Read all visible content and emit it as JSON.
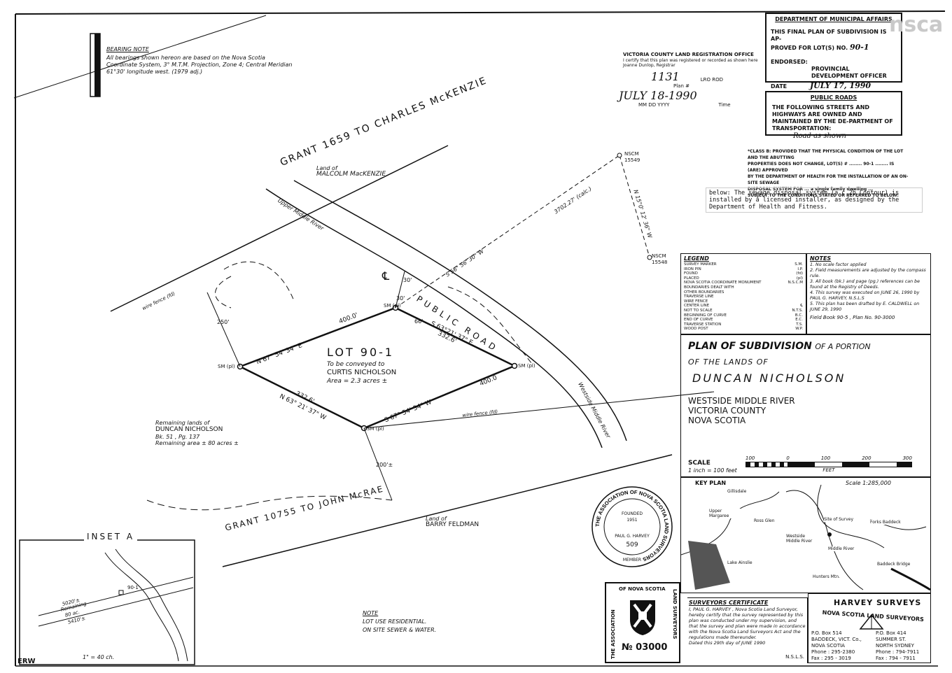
{
  "bearing_note": {
    "heading": "BEARING NOTE",
    "text": "All bearings shown hereon are based on the Nova Scotia Coordinate System, 3° M.T.M. Projection, Zone 4; Central Meridian 61°30' longitude west. (1979 adj.)"
  },
  "registry_stamp": {
    "office": "VICTORIA COUNTY LAND REGISTRATION OFFICE",
    "certify": "I certify that this plan was registered or recorded as shown here",
    "registrar": "Joanne Dunlop, Registrar",
    "plan_no": "1131",
    "plan_no_label": "Plan #",
    "lro_label": "LRO ROD",
    "date": "JULY 18-1990",
    "date_label": "MM DD YYYY",
    "time_label": "Time"
  },
  "municipal": {
    "heading": "DEPARTMENT OF MUNICIPAL AFFAIRS",
    "line1": "THIS FINAL PLAN OF SUBDIVISION IS AP-",
    "line2": "PROVED FOR LOT(S) NO.",
    "lot_hand": "90-1",
    "endorsed_label": "ENDORSED:",
    "officer": "PROVINCIAL DEVELOPMENT OFFICER",
    "date_label": "DATE",
    "date_hand": "JULY 17, 1990"
  },
  "public_roads": {
    "heading": "PUBLIC ROADS",
    "text": "THE FOLLOWING STREETS AND HIGHWAYS ARE OWNED AND MAINTAINED BY THE DE-PARTMENT OF TRANSPORTATION:",
    "hand": "Road as shown"
  },
  "class_b": {
    "line1": "*CLASS B: PROVIDED THAT THE PHYSICAL CONDITION OF THE LOT AND THE ABUTTING",
    "line2": "PROPERTIES DOES NOT CHANGE, LOT(S) # ........ 90-1 ........ IS (ARE) APPROVED",
    "line3": "BY THE DEPARTMENT OF HEALTH FOR THE INSTALLATION OF AN ON-SITE SEWAGE",
    "line4": "DISPOSAL SYSTEM FOR ... a single family dwelling ...",
    "line5": "SUBJECT TO THE CONDITIONS STATED OR REFERRED TO BELOW:",
    "typed": "below: The sewage disposal system,(a c 2b Contour) is installed by a  licensed installer, as designed by the Department of Health and Fitness."
  },
  "legend": {
    "heading": "LEGEND",
    "rows": [
      {
        "label": "SURVEY MARKER",
        "sym": "S.M."
      },
      {
        "label": "IRON PIN",
        "sym": "I.P."
      },
      {
        "label": "FOUND",
        "sym": "(fd)"
      },
      {
        "label": "PLACED",
        "sym": "(pl)"
      },
      {
        "label": "NOVA SCOTIA COORDINATE MONUMENT",
        "sym": "N.S.C.M"
      },
      {
        "label": "BOUNDARIES DEALT WITH",
        "sym": ""
      },
      {
        "label": "OTHER BOUNDARIES",
        "sym": ""
      },
      {
        "label": "TRAVERSE LINE",
        "sym": ""
      },
      {
        "label": "WIRE FENCE",
        "sym": ""
      },
      {
        "label": "CENTER LINE",
        "sym": "℄"
      },
      {
        "label": "NOT TO SCALE",
        "sym": "N.T.S."
      },
      {
        "label": "BEGINNING OF CURVE",
        "sym": "B.C."
      },
      {
        "label": "END OF CURVE",
        "sym": "E.C."
      },
      {
        "label": "TRAVERSE STATION",
        "sym": "T.S."
      },
      {
        "label": "WOOD POST",
        "sym": "W.P."
      }
    ]
  },
  "notes": {
    "heading": "NOTES",
    "items": [
      "1. No scale factor applied",
      "2. Field measurements are adjusted by the compass rule.",
      "3. All book (bk.) and page (pg.) references can be found at the Registry of Deeds.",
      "4. This survey was executed on JUNE 26, 1990 by PAUL G. HARVEY, N.S.L.S",
      "5. This plan has been drafted by E. CALDWELL on JUNE 29, 1990"
    ],
    "field_book": "Field Book 90-5 , Plan No. 90-3000"
  },
  "title": {
    "line1a": "PLAN OF SUBDIVISION",
    "line1b": "OF A PORTION",
    "line2": "OF THE LANDS OF",
    "owner": "DUNCAN NICHOLSON",
    "place1": "WESTSIDE MIDDLE RIVER",
    "place2": "VICTORIA COUNTY",
    "place3": "NOVA SCOTIA"
  },
  "scale": {
    "label": "SCALE",
    "ratio": "1 inch = 100 feet",
    "ticks": [
      "100",
      "0",
      "100",
      "200",
      "300"
    ],
    "unit": "FEET"
  },
  "key_plan": {
    "heading": "KEY PLAN",
    "scale": "Scale 1:285,000",
    "places": [
      "Gillisdale",
      "Upper Margaree",
      "Ross Glen",
      "Lake Ainslie",
      "Site of Survey",
      "Westside Middle River",
      "Middle River",
      "Hunters Mtn.",
      "Forks Baddeck",
      "Baddeck Bridge"
    ]
  },
  "plan": {
    "grant1": "GRANT 1659 TO CHARLES McKENZIE",
    "land_of_1": "Land of",
    "malcolm": "MALCOLM MacKENZIE",
    "upper_middle_river": "Upper Middle River",
    "public_road": "PUBLIC ROAD",
    "westside_middle_river": "Westside Middle River",
    "lot_title": "LOT 90-1",
    "conveyed": "To be conveyed to",
    "curtis": "CURTIS NICHOLSON",
    "area": "Area = 2.3 acres ±",
    "bearing_n67": "N 67° 54' 34\" E",
    "dist_400a": "400.0'",
    "bearing_s63": "S 63°21' 37\" E",
    "dist_332a": "332.6'",
    "bearing_s67": "S 67° 54' 34\" W",
    "dist_400b": "400.0",
    "dist_332b": "332.6'",
    "bearing_n63": "N 63° 21' 37\" W",
    "sm_pl": "SM (pl)",
    "dist_250": "250'",
    "dist_200": "200'±",
    "dist_30a": "30'",
    "dist_30b": "30'",
    "dist_66": "66'",
    "tie_bearing": "S 56° 56' 30\" W",
    "tie_dist": "3702.27' (calc.)",
    "nscm1": "NSCM 15549",
    "nscm2": "NSCM 15548",
    "nscm_tie": "N 15°0' 12' 36\" W",
    "wire_fence": "wire fence (fd)",
    "remaining_1": "Remaining lands of",
    "remaining_2": "DUNCAN NICHOLSON",
    "remaining_3": "Bk. 51 , Pg. 137",
    "remaining_4": "Remaining area ± 80 acres ±",
    "grant2": "GRANT 10755 TO JOHN McRAE",
    "land_of_2": "Land of",
    "barry": "BARRY FELDMAN",
    "cl_mark": "℄"
  },
  "inset": {
    "title": "INSET A",
    "lot": "90-1",
    "rem1": "Remaining",
    "rem2": "80 ac.",
    "d1": "5020'±",
    "d2": "5410'±",
    "scale": "1\" = 40 ch."
  },
  "lot_note": {
    "heading": "NOTE",
    "line1": "LOT USE RESIDENTIAL.",
    "line2": "ON SITE SEWER & WATER."
  },
  "seal": {
    "ring": "THE ASSOCIATION OF NOVA SCOTIA LAND SURVEYORS",
    "member": "MEMBER",
    "name": "PAUL G. HARVEY",
    "num": "509",
    "founded": "FOUNDED 1951"
  },
  "stamp": {
    "left": "THE ASSOCIATION",
    "top": "OF NOVA SCOTIA",
    "right": "LAND SURVEYORS",
    "number": "№ 03000"
  },
  "certificate": {
    "heading": "SURVEYORS CERTIFICATE",
    "text": "I, PAUL G. HARVEY , Nova Scotia Land Surveyor, hereby certify that the survey represented by this plan was conducted under my supervision, and that the survey and plan were made in accordance with the Nova Scotia Land Surveyors Act and the regulations made thereunder.",
    "dated": "Dated this 29th day of JUNE 1990",
    "nsls": "N.S.L.S."
  },
  "harvey": {
    "name": "HARVEY SURVEYS",
    "sub": "NOVA SCOTIA LAND SURVEYORS",
    "left1": "P.O. Box 514",
    "left2": "BADDECK, VICT. Co.,",
    "left3": "NOVA SCOTIA",
    "left4": "Phone : 295-2380",
    "left5": "Fax : 295 - 3019",
    "right1": "P.O. Box 414",
    "right2": "SUMMER ST.",
    "right3": "NORTH SYDNEY",
    "right4": "Phone : 794-7911",
    "right5": "Fax : 794 - 7911"
  },
  "corner_mark": "ERW",
  "watermark": "nsca"
}
